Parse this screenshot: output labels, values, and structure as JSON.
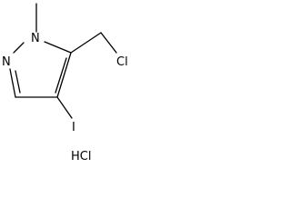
{
  "molecule": {
    "atoms": {
      "n2": "N",
      "n1": "N",
      "iodine": "I",
      "chlorine": "Cl"
    },
    "salt": "HCl"
  },
  "colors": {
    "ink": "#000000",
    "background": "#ffffff"
  }
}
